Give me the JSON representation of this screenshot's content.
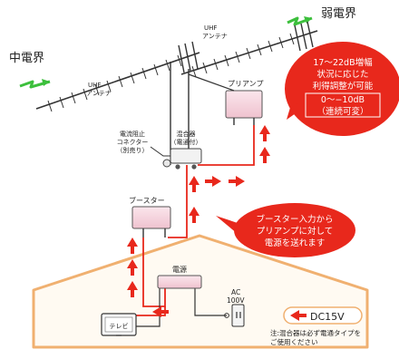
{
  "fields": {
    "medium": "中電界",
    "weak": "弱電界",
    "uhf_left": [
      "UHF",
      "アンテナ"
    ],
    "uhf_right": [
      "UHF",
      "アンテナ"
    ],
    "preamp": "プリアンプ",
    "bubble_top": [
      "17～22dB増幅",
      "状況に応じた",
      "利得調整が可能",
      "0～−10dB",
      "（連続可変）"
    ],
    "connector": [
      "電流阻止",
      "コネクター",
      "（別売り）"
    ],
    "mixer": [
      "混合器",
      "（電通付）"
    ],
    "booster": "ブースター",
    "bubble_mid": [
      "ブースター入力から",
      "プリアンプに対して",
      "電源を送れます"
    ],
    "power": "電源",
    "ac": [
      "AC",
      "100V"
    ],
    "tv": "テレビ",
    "dc": "DC15V",
    "note": [
      "注:混合器は必ず電通タイプを",
      "ご使用ください"
    ]
  },
  "colors": {
    "signal": "#e8281c",
    "bubble": "#e8281c",
    "wave": "#3cbf3c",
    "house": "#f0b070",
    "box": "#f6d2dc"
  }
}
